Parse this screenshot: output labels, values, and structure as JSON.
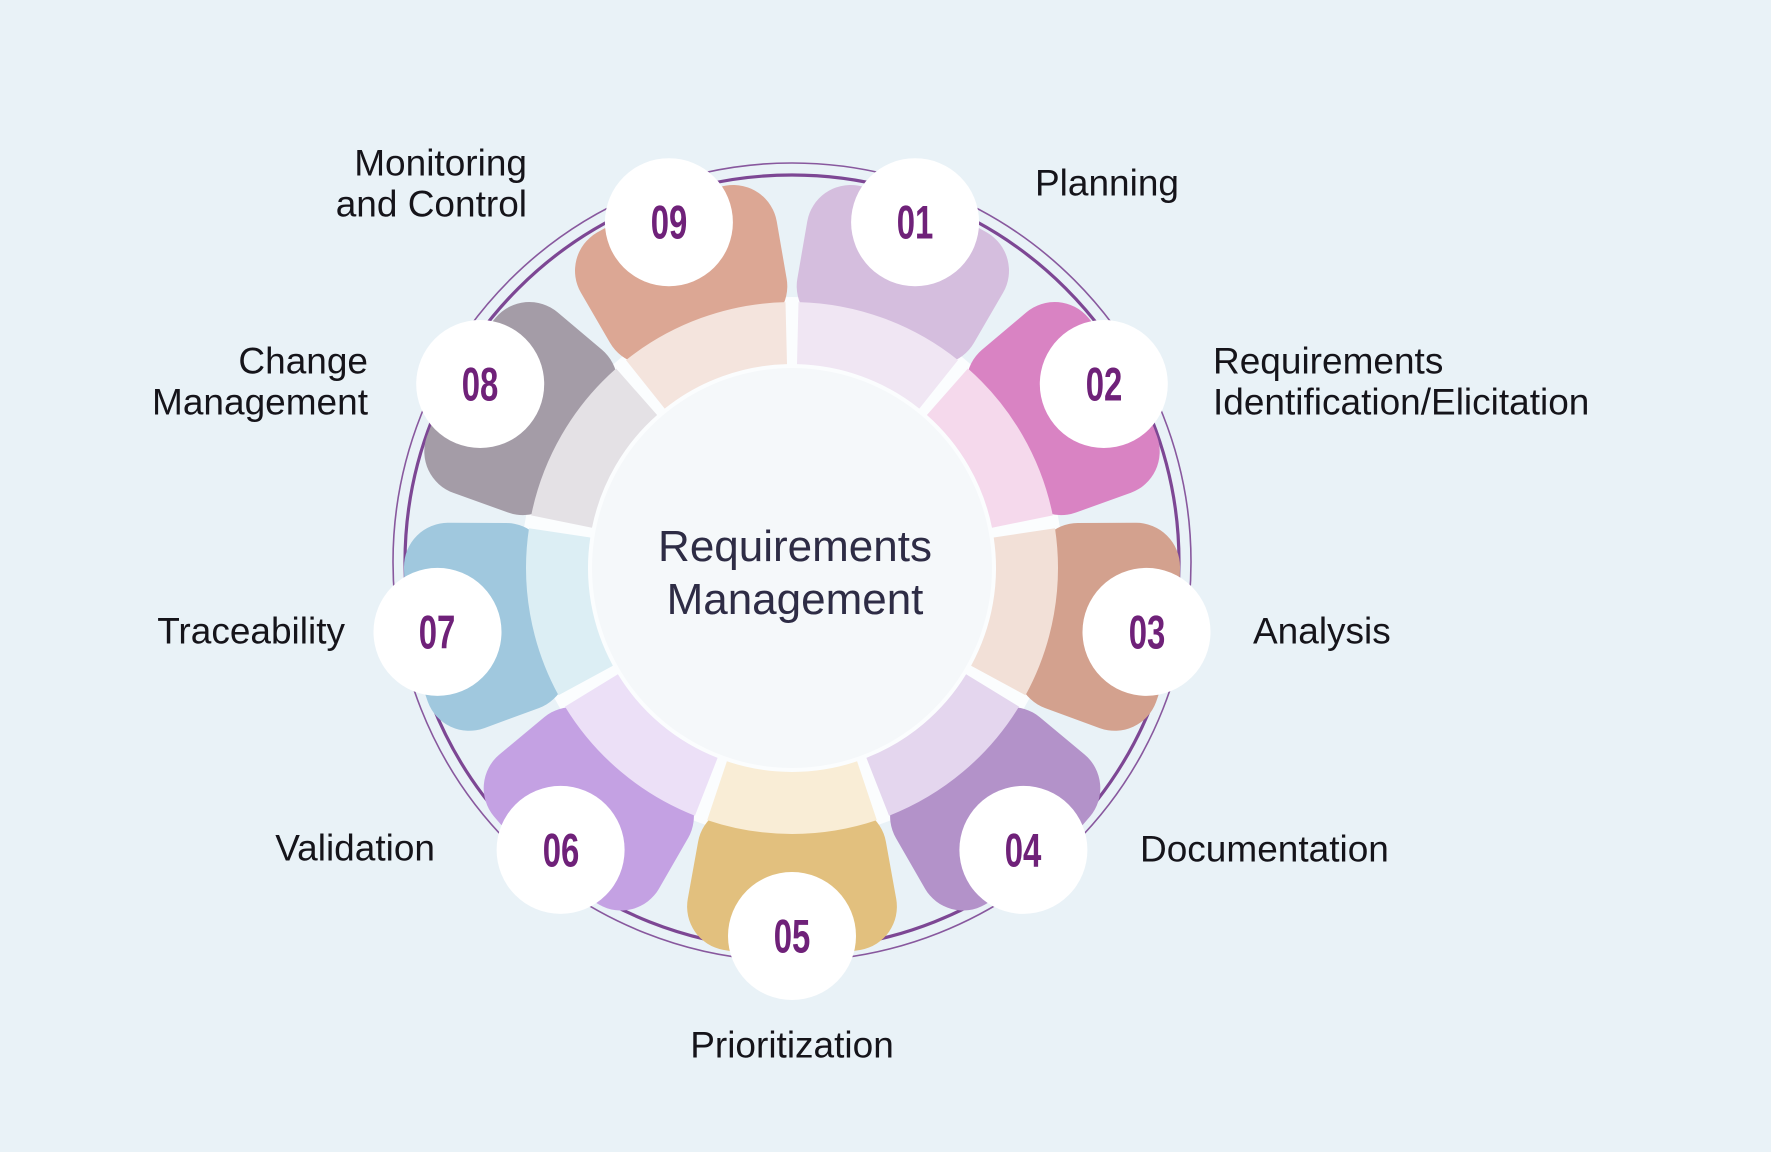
{
  "center_title": "Requirements\nManagement",
  "items": [
    {
      "number": "01",
      "label": "Planning",
      "color": "#d5bede",
      "light": "#f0e6f3"
    },
    {
      "number": "02",
      "label": "Requirements\nIdentification/Elicitation",
      "color": "#d983c3",
      "light": "#f5d9ec"
    },
    {
      "number": "03",
      "label": "Analysis",
      "color": "#d3a18e",
      "light": "#f2e0d7"
    },
    {
      "number": "04",
      "label": "Documentation",
      "color": "#b392c9",
      "light": "#e4d6ee"
    },
    {
      "number": "05",
      "label": "Prioritization",
      "color": "#e2c07e",
      "light": "#f9edd6"
    },
    {
      "number": "06",
      "label": "Validation",
      "color": "#c4a1e3",
      "light": "#ece0f7"
    },
    {
      "number": "07",
      "label": "Traceability",
      "color": "#a0c8de",
      "light": "#dceef4"
    },
    {
      "number": "08",
      "label": "Change\nManagement",
      "color": "#a49ca7",
      "light": "#e4e1e5"
    },
    {
      "number": "09",
      "label": "Monitoring\nand Control",
      "color": "#dca794",
      "light": "#f4e4dd"
    }
  ],
  "colors": {
    "background": "#e9f2f7",
    "ring": "#7d4794",
    "inner_disc": "#fbfdfe",
    "center_fill": "#f5f8fa",
    "number_circle": "#ffffff",
    "number_text": "#6f2179",
    "label_text": "#15141a",
    "title_text": "#2e2c45"
  }
}
